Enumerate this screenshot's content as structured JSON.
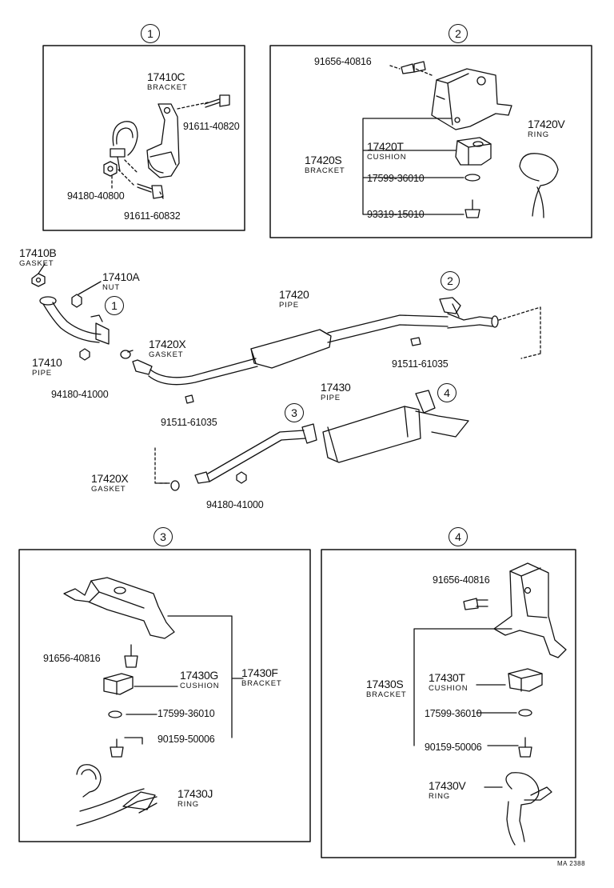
{
  "callouts": {
    "c1": "1",
    "c2": "2",
    "c3": "3",
    "c4": "4"
  },
  "panel1": {
    "bracket_num": "17410C",
    "bracket_desc": "BRACKET",
    "bolt_a": "91611-40820",
    "nut": "94180-40800",
    "bolt_b": "91611-60832"
  },
  "panel2": {
    "bolt": "91656-40816",
    "bracket_num": "17420S",
    "bracket_desc": "BRACKET",
    "cushion_num": "17420T",
    "cushion_desc": "CUSHION",
    "washer": "17599-36010",
    "screw": "93319-15010",
    "ring_num": "17420V",
    "ring_desc": "RING"
  },
  "main": {
    "gasket_b_num": "17410B",
    "gasket_b_desc": "GASKET",
    "nut_num": "17410A",
    "nut_desc": "NUT",
    "pipe_front_num": "17410",
    "pipe_front_desc": "PIPE",
    "nut_front": "94180-41000",
    "gasket_x_num": "17420X",
    "gasket_x_desc": "GASKET",
    "pipe_center_num": "17420",
    "pipe_center_desc": "PIPE",
    "bolt_center": "91511-61035",
    "bolt_right": "91511-61035",
    "pipe_tail_num": "17430",
    "pipe_tail_desc": "PIPE",
    "gasket_x2_num": "17420X",
    "gasket_x2_desc": "GASKET",
    "nut_tail": "94180-41000"
  },
  "panel3": {
    "bolt": "91656-40816",
    "cushion_num": "17430G",
    "cushion_desc": "CUSHION",
    "bracket_num": "17430F",
    "bracket_desc": "BRACKET",
    "washer": "17599-36010",
    "screw": "90159-50006",
    "ring_num": "17430J",
    "ring_desc": "RING"
  },
  "panel4": {
    "bolt": "91656-40816",
    "bracket_num": "17430S",
    "bracket_desc": "BRACKET",
    "cushion_num": "17430T",
    "cushion_desc": "CUSHION",
    "washer": "17599-36010",
    "screw": "90159-50006",
    "ring_num": "17430V",
    "ring_desc": "RING"
  },
  "figure_code": "MA 2388"
}
